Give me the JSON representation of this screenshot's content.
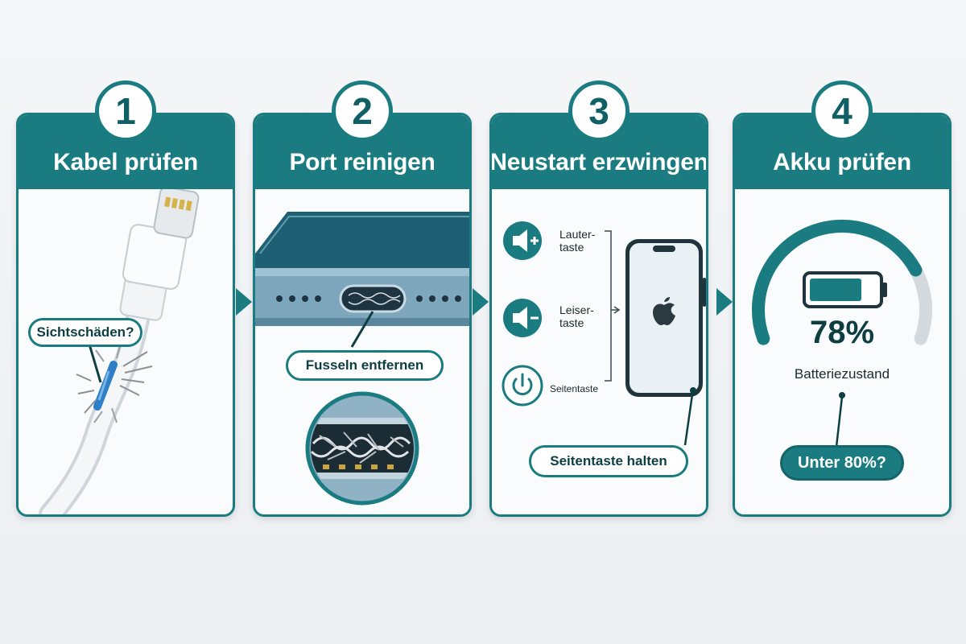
{
  "steps": [
    {
      "number": "1",
      "title": "Kabel prüfen",
      "callout": "Sichtschäden?"
    },
    {
      "number": "2",
      "title": "Port reinigen",
      "callout": "Fusseln entfernen"
    },
    {
      "number": "3",
      "title": "Neustart erzwingen",
      "buttons": [
        {
          "label_line1": "Lauter-",
          "label_line2": "taste",
          "icon": "volume-up-icon"
        },
        {
          "label_line1": "Leiser-",
          "label_line2": "taste",
          "icon": "volume-down-icon"
        },
        {
          "label_line1": "Seitentaste",
          "label_line2": "",
          "icon": "power-icon"
        }
      ],
      "callout": "Seitentaste halten"
    },
    {
      "number": "4",
      "title": "Akku prüfen",
      "battery_percent": "78%",
      "battery_level": 0.78,
      "battery_label": "Batteriezustand",
      "callout": "Unter 80%?"
    }
  ],
  "colors": {
    "teal": "#1a7b80",
    "teal_dark": "#0f5f64",
    "ink": "#0d3e42"
  }
}
